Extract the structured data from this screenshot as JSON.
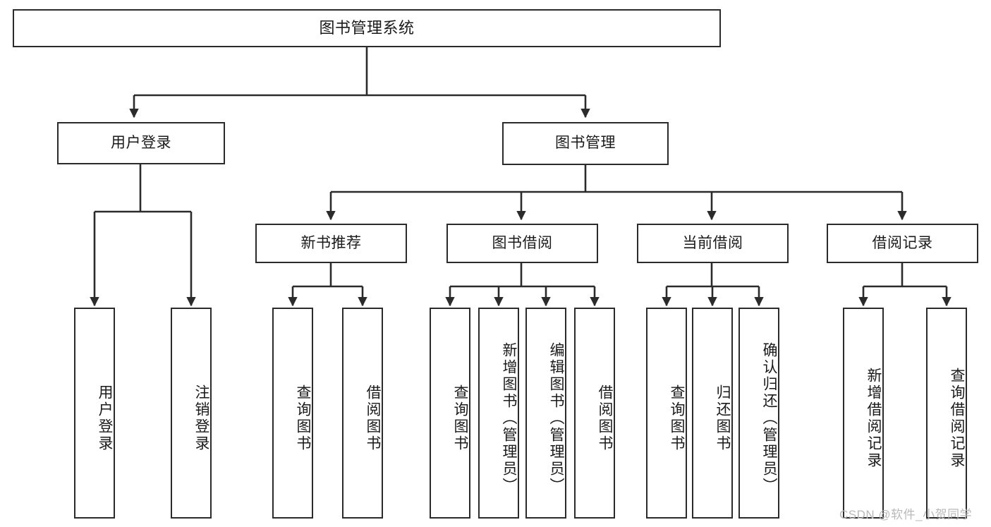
{
  "diagram": {
    "type": "tree-hierarchy-chart",
    "title": "图书管理系统",
    "orientation": "top-down",
    "colors": {
      "box_border": "#2b2b2b",
      "box_fill": "#ffffff",
      "connector": "#2b2b2b",
      "text": "#1a1a1a",
      "watermark": "#b9b9b9",
      "background": "#ffffff"
    },
    "levels": 4
  },
  "nodes": {
    "root": {
      "id": "root",
      "label": "图书管理系统",
      "level": 1,
      "text_orientation": "horizontal"
    },
    "level2": [
      {
        "id": "user-login",
        "label": "用户登录",
        "level": 2,
        "text_orientation": "horizontal",
        "parent": "root"
      },
      {
        "id": "book-manage",
        "label": "图书管理",
        "level": 2,
        "text_orientation": "horizontal",
        "parent": "root"
      }
    ],
    "level3": [
      {
        "id": "new-book-recommend",
        "label": "新书推荐",
        "level": 3,
        "text_orientation": "horizontal",
        "parent": "book-manage"
      },
      {
        "id": "book-borrow",
        "label": "图书借阅",
        "level": 3,
        "text_orientation": "horizontal",
        "parent": "book-manage"
      },
      {
        "id": "current-borrow",
        "label": "当前借阅",
        "level": 3,
        "text_orientation": "horizontal",
        "parent": "book-manage"
      },
      {
        "id": "borrow-record",
        "label": "借阅记录",
        "level": 3,
        "text_orientation": "horizontal",
        "parent": "book-manage"
      }
    ],
    "leaves": [
      {
        "id": "leaf-user-login",
        "label": "用户登录",
        "text_orientation": "vertical",
        "parent": "user-login"
      },
      {
        "id": "leaf-logout",
        "label": "注销登录",
        "text_orientation": "vertical",
        "parent": "user-login"
      },
      {
        "id": "leaf-query-book-1",
        "label": "查询图书",
        "text_orientation": "vertical",
        "parent": "new-book-recommend"
      },
      {
        "id": "leaf-borrow-book-1",
        "label": "借阅图书",
        "text_orientation": "vertical",
        "parent": "new-book-recommend"
      },
      {
        "id": "leaf-query-book-2",
        "label": "查询图书",
        "text_orientation": "vertical",
        "parent": "book-borrow"
      },
      {
        "id": "leaf-add-book",
        "label": "新增图书（管理员）",
        "text_orientation": "vertical",
        "parent": "book-borrow"
      },
      {
        "id": "leaf-edit-book",
        "label": "编辑图书（管理员）",
        "text_orientation": "vertical",
        "parent": "book-borrow"
      },
      {
        "id": "leaf-borrow-book-2",
        "label": "借阅图书",
        "text_orientation": "vertical",
        "parent": "book-borrow"
      },
      {
        "id": "leaf-query-book-3",
        "label": "查询图书",
        "text_orientation": "vertical",
        "parent": "current-borrow"
      },
      {
        "id": "leaf-return-book",
        "label": "归还图书",
        "text_orientation": "vertical",
        "parent": "current-borrow"
      },
      {
        "id": "leaf-confirm-return",
        "label": "确认归还（管理员）",
        "text_orientation": "vertical",
        "parent": "current-borrow"
      },
      {
        "id": "leaf-add-record",
        "label": "新增借阅记录",
        "text_orientation": "vertical",
        "parent": "borrow-record"
      },
      {
        "id": "leaf-query-record",
        "label": "查询借阅记录",
        "text_orientation": "vertical",
        "parent": "borrow-record"
      }
    ]
  },
  "watermark": {
    "text": "CSDN @软件_小贺同学"
  }
}
